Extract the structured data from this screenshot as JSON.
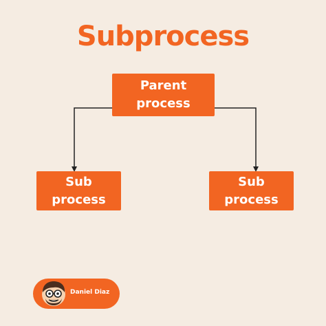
{
  "title": "Subprocess",
  "nodes": {
    "parent": {
      "line1": "Parent",
      "line2": "process"
    },
    "sub_left": {
      "line1": "Sub",
      "line2": "process"
    },
    "sub_right": {
      "line1": "Sub",
      "line2": "process"
    }
  },
  "author": {
    "name": "Daniel Diaz",
    "avatar_icon": "cartoon-avatar-icon"
  },
  "colors": {
    "accent": "#f26522",
    "background": "#f5ece2",
    "text_on_accent": "#ffffff",
    "connector": "#222222"
  }
}
